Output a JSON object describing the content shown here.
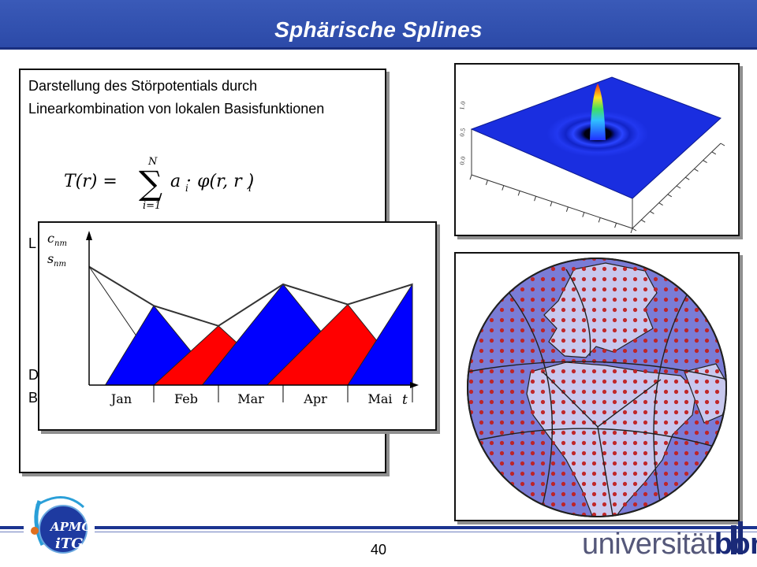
{
  "slide": {
    "title": "Sphärische Splines",
    "page_number": "40"
  },
  "text_panel": {
    "paragraph_1": "Darstellung des Störpotentials durch Linearkombination von lokalen Basisfunktionen",
    "paragraph_2": "L",
    "paragraph_3": "D",
    "paragraph_4": "B",
    "formula": {
      "lhs": "T(r) =",
      "sum_upper": "N",
      "sum_lower": "i=1",
      "rhs": "a · φ(r, r )",
      "subscript": "i"
    }
  },
  "chart_data": {
    "type": "area",
    "ylabel_1": "c",
    "ylabel_1_sub": "nm",
    "ylabel_2": "s",
    "ylabel_2_sub": "nm",
    "xlabel": "t",
    "categories": [
      "Jan",
      "Feb",
      "Mar",
      "Apr",
      "Mai"
    ],
    "ylim": [
      0,
      1
    ],
    "envelope": [
      [
        0,
        0.94
      ],
      [
        1,
        0.63
      ],
      [
        2,
        0.47
      ],
      [
        3,
        0.8
      ],
      [
        4,
        0.64
      ],
      [
        5,
        0.8
      ]
    ],
    "splines": [
      {
        "color": "#ff0000",
        "points": [
          [
            0,
            0.94
          ],
          [
            1.25,
            0.0
          ]
        ]
      },
      {
        "color": "#0000ff",
        "points": [
          [
            0.25,
            0.0
          ],
          [
            1.0,
            0.63
          ],
          [
            2.0,
            0.0
          ]
        ]
      },
      {
        "color": "#ff0000",
        "points": [
          [
            1.0,
            0.0
          ],
          [
            2.0,
            0.47
          ],
          [
            3.0,
            0.0
          ]
        ]
      },
      {
        "color": "#0000ff",
        "points": [
          [
            1.75,
            0.0
          ],
          [
            3.0,
            0.8
          ],
          [
            4.25,
            0.0
          ]
        ]
      },
      {
        "color": "#ff0000",
        "points": [
          [
            2.75,
            0.0
          ],
          [
            4.0,
            0.64
          ],
          [
            5.0,
            0.0
          ]
        ]
      },
      {
        "color": "#0000ff",
        "points": [
          [
            4.0,
            0.0
          ],
          [
            5.0,
            0.8
          ],
          [
            5.0,
            0.0
          ]
        ]
      }
    ],
    "fill_colors": {
      "red": "#ff0000",
      "blue": "#0000ff",
      "envelope": "#ffffff"
    },
    "grid": false
  },
  "surface_plot": {
    "z_ticks": [
      "0.0",
      "0.5",
      "1.0"
    ],
    "colors": {
      "base": "#1a2ee0",
      "ring": "#0a1aa8",
      "peak_top": "#ff4000",
      "peak_mid": "#40e060"
    }
  },
  "globe": {
    "colors": {
      "ocean": "#7a7cd6",
      "land": "#c8c8ee",
      "dots": "#c02020",
      "outline": "#202020"
    }
  },
  "logos": {
    "apmg": "APMG",
    "itg": "iTG",
    "university_light": "universität",
    "university_bold": "bonn"
  },
  "colors": {
    "title_bar": "#2c4aa8",
    "title_text": "#ffffff",
    "accent_line": "#1c3490"
  }
}
